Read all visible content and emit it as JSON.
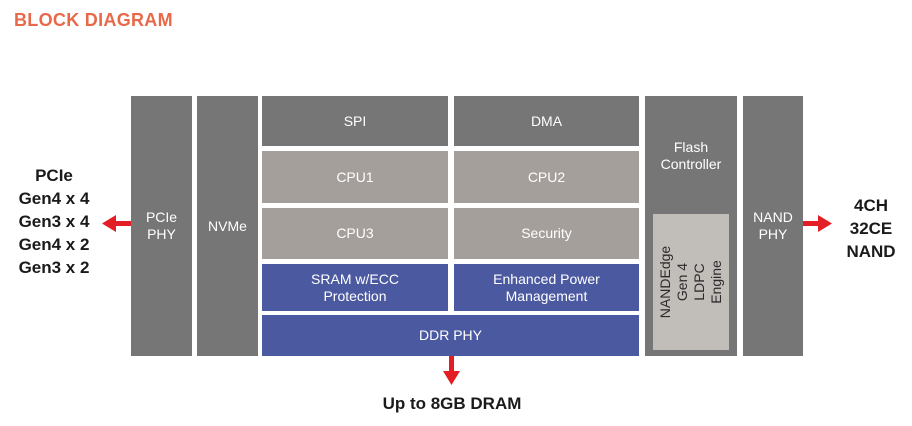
{
  "title": "BLOCK DIAGRAM",
  "colors": {
    "title": "#e8694a",
    "arrow": "#e31e24",
    "dark_block": "#767676",
    "light_block": "#a59f9b",
    "blue_block": "#4b59a0",
    "ldpc_block": "#c1bdb9"
  },
  "blocks": {
    "pcie_phy": "PCIe\nPHY",
    "nvme": "NVMe",
    "spi": "SPI",
    "dma": "DMA",
    "cpu1": "CPU1",
    "cpu2": "CPU2",
    "cpu3": "CPU3",
    "security": "Security",
    "sram": "SRAM w/ECC\nProtection",
    "power": "Enhanced Power\nManagement",
    "ddr_phy": "DDR PHY",
    "flash_controller": "Flash\nController",
    "ldpc": "NANDEdge\nGen 4\nLDPC Engine",
    "nand_phy": "NAND\nPHY"
  },
  "left_label": "PCIe\nGen4 x 4\nGen3 x 4\nGen4 x 2\nGen3 x 2",
  "right_label": "4CH\n32CE\nNAND",
  "bottom_label": "Up to 8GB DRAM"
}
